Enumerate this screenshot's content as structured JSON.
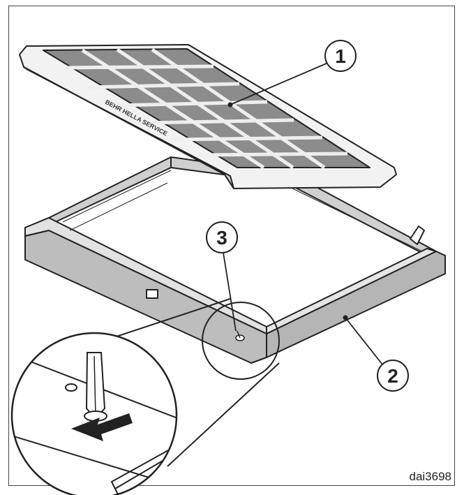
{
  "figure": {
    "callouts": [
      {
        "id": "1",
        "label": "1",
        "target": "filter-panel"
      },
      {
        "id": "2",
        "label": "2",
        "target": "filter-frame"
      },
      {
        "id": "3",
        "label": "3",
        "target": "release-clip"
      }
    ],
    "code": "dai3698",
    "filter_side_text": "BEHR HELLA SERVICE"
  },
  "colors": {
    "line": "#222222",
    "frame_fill": "#bdbdbd",
    "frame_dark": "#9a9a9a",
    "cell_fill": "#8c8c8c",
    "arrow_fill": "#222222"
  },
  "icons": [
    "screwdriver-icon",
    "arrow-left-icon"
  ]
}
